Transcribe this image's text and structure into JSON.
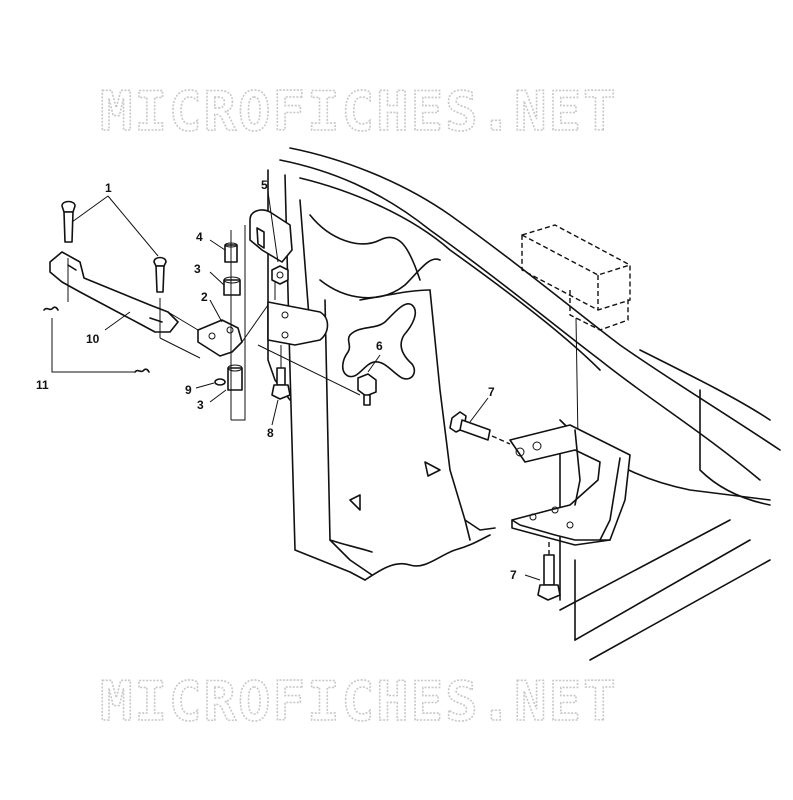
{
  "watermarks": [
    "MICROFICHES.NET",
    "MICROFICHES.NET"
  ],
  "callouts": {
    "c1": "1",
    "c2": "2",
    "c3a": "3",
    "c3b": "3",
    "c4": "4",
    "c5": "5",
    "c6": "6",
    "c7a": "7",
    "c7b": "7",
    "c8": "8",
    "c9": "9",
    "c10": "10",
    "c11": "11"
  }
}
